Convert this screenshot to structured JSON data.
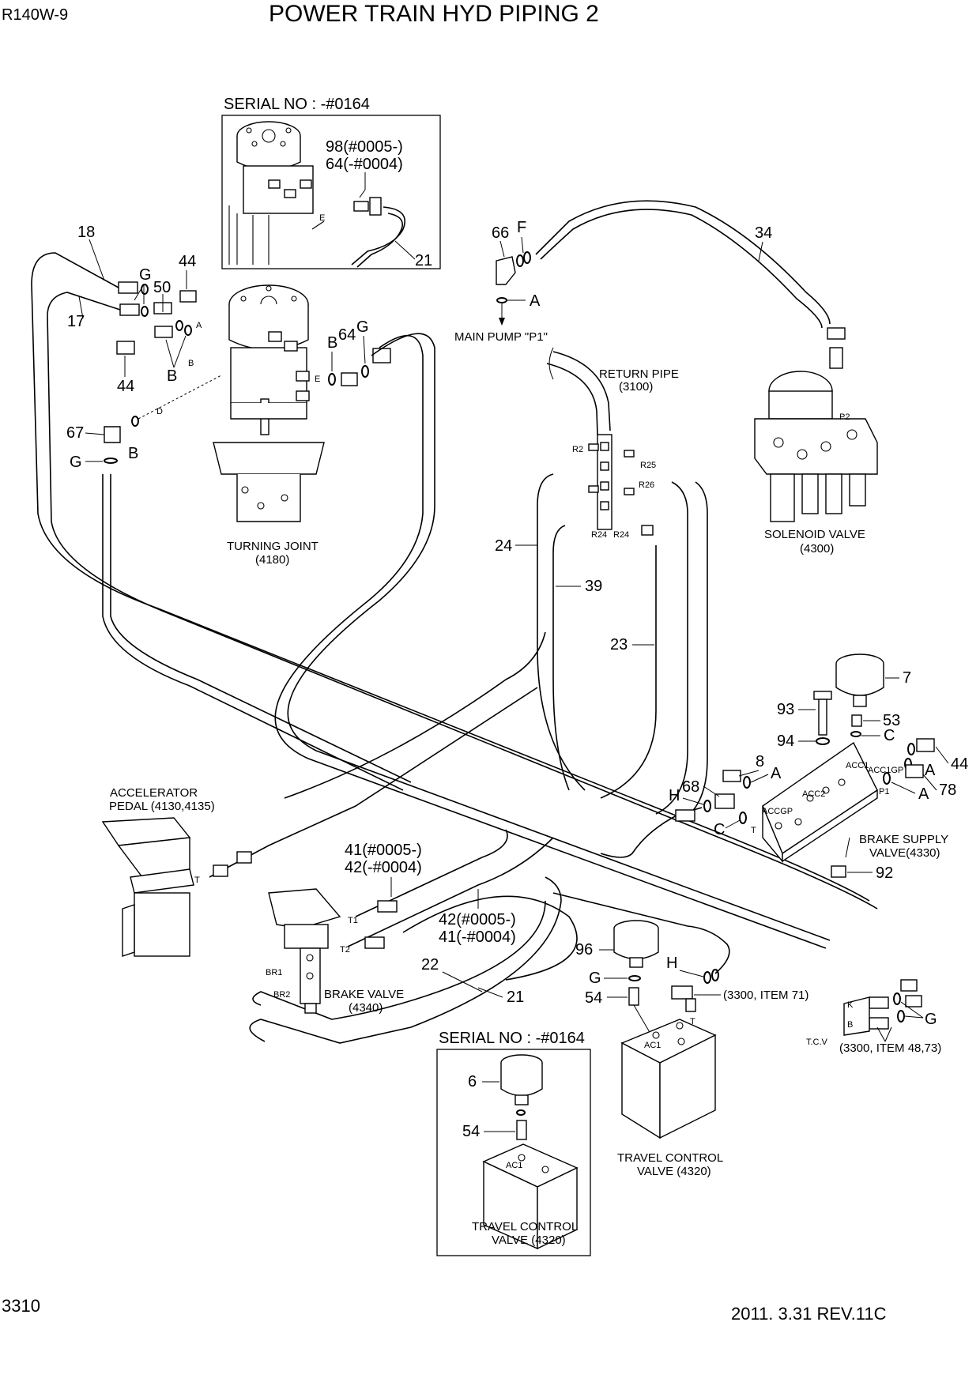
{
  "header": {
    "model": "R140W-9",
    "title": "POWER TRAIN HYD PIPING 2"
  },
  "footer": {
    "page_number": "3310",
    "revision": "2011. 3.31 REV.11C"
  },
  "insets": {
    "top": {
      "serial": "SERIAL NO : -#0164",
      "note1": "98(#0005-)",
      "note2": "64(-#0004)",
      "item": "21",
      "port": "E"
    },
    "bottom": {
      "serial": "SERIAL NO : -#0164",
      "cyl_item": "6",
      "fit_item": "54",
      "port": "AC1",
      "label1": "TRAVEL CONTROL",
      "label2": "VALVE (4320)"
    }
  },
  "components": {
    "turning_joint": {
      "name": "TURNING JOINT",
      "code": "(4180)"
    },
    "main_pump": {
      "name": "MAIN PUMP \"P1\""
    },
    "return_pipe": {
      "name": "RETURN PIPE",
      "code": "(3100)"
    },
    "solenoid_valve": {
      "name": "SOLENOID VALVE",
      "code": "(4300)",
      "port": "P2"
    },
    "accelerator_pedal": {
      "name": "ACCELERATOR",
      "code": "PEDAL (4130,4135)"
    },
    "brake_valve": {
      "name": "BRAKE VALVE",
      "code": "(4340)"
    },
    "brake_supply_valve": {
      "name": "BRAKE SUPPLY",
      "code": "VALVE(4330)"
    },
    "travel_control_valve": {
      "name": "TRAVEL CONTROL",
      "code": "VALVE (4320)",
      "port": "AC1"
    },
    "tcv_ref1": "(3300, ITEM 71)",
    "tcv_ref2": "(3300, ITEM 48,73)",
    "tcv_tag": "T.C.V"
  },
  "callouts": {
    "c18": "18",
    "c17": "17",
    "cG1": "G",
    "c50": "50",
    "c44a": "44",
    "c44b": "44",
    "cB1": "B",
    "c67": "67",
    "cB2": "B",
    "cG2": "G",
    "cB3": "B",
    "c64": "64",
    "cG3": "G",
    "c66": "66",
    "cF": "F",
    "cA1": "A",
    "c34": "34",
    "c24": "24",
    "c39": "39",
    "c23": "23",
    "c7": "7",
    "c93": "93",
    "c53": "53",
    "c94": "94",
    "cC1": "C",
    "c44c": "44",
    "c8": "8",
    "cA2": "A",
    "c78": "78",
    "cA3": "A",
    "c68": "68",
    "cH1": "H",
    "cC2": "C",
    "c92": "92",
    "c41a": "41(#0005-)",
    "c42a": "42(-#0004)",
    "c42b": "42(#0005-)",
    "c41b": "41(-#0004)",
    "c22": "22",
    "c21": "21",
    "c96": "96",
    "cG4": "G",
    "c54": "54",
    "cH2": "H",
    "cG5": "G"
  },
  "ports": {
    "pA": "A",
    "pB": "B",
    "pD": "D",
    "pE": "E",
    "r2": "R2",
    "r25": "R25",
    "r26": "R26",
    "r24a": "R24",
    "r24b": "R24",
    "acc1": "ACC1",
    "acc2": "ACC2",
    "accgp": "ACCGP",
    "acc1gp": "ACC1GP",
    "p1": "P1",
    "t": "T",
    "tp": "T",
    "t1": "T1",
    "t2": "T2",
    "br1": "BR1",
    "br2": "BR2",
    "k": "K",
    "b": "B",
    "t3": "T"
  }
}
